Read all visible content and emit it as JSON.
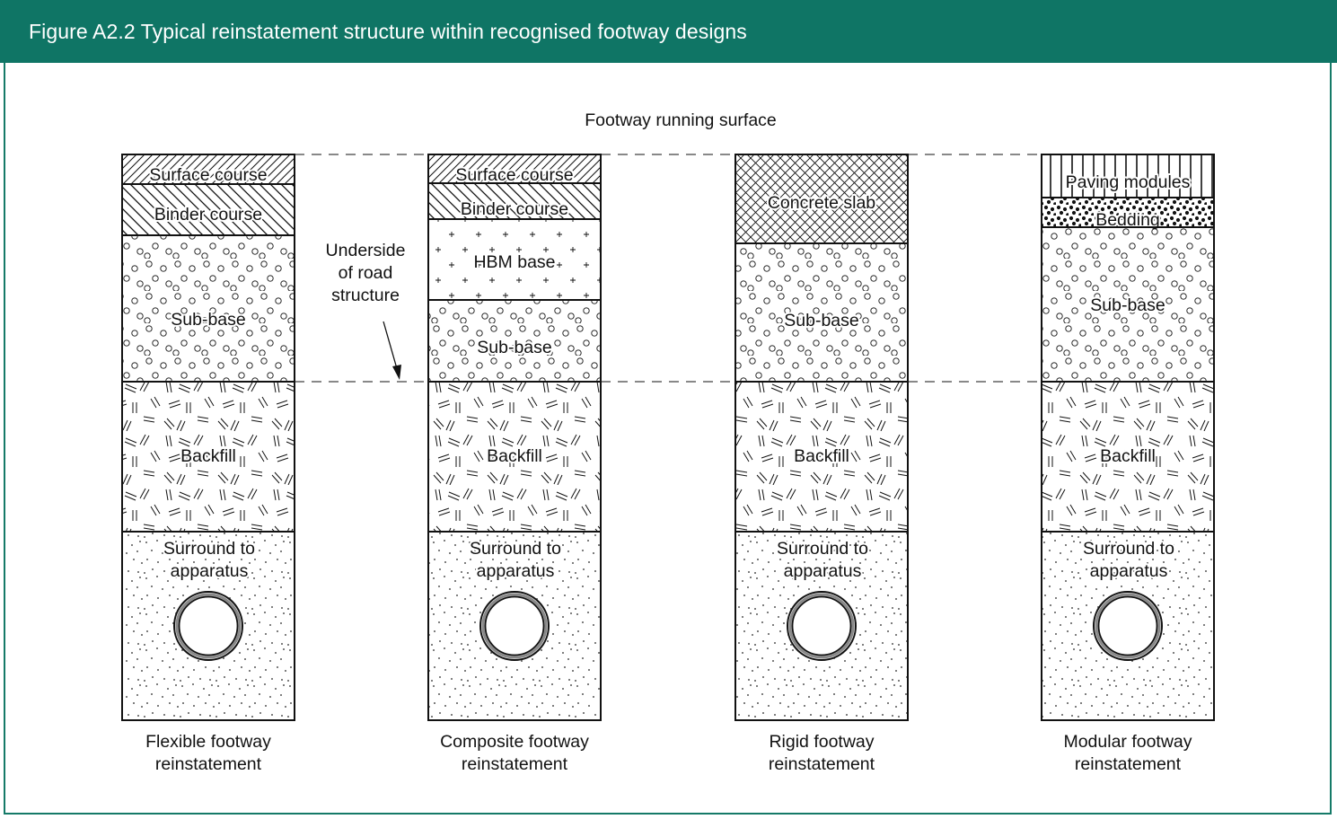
{
  "header": {
    "title": "Figure A2.2 Typical reinstatement structure within recognised footway designs"
  },
  "colors": {
    "header_bg": "#0f7565",
    "frame_border": "#157a68",
    "line": "#111111",
    "pipe_fill": "#888888"
  },
  "diagram": {
    "running_surface_label": "Footway running surface",
    "underside_label": [
      "Underside",
      "of road",
      "structure"
    ],
    "columns": [
      {
        "id": "flexible",
        "caption": [
          "Flexible footway",
          "reinstatement"
        ],
        "layers": [
          {
            "name": "surface-course",
            "label": "Surface course",
            "pattern": "hatch-fine"
          },
          {
            "name": "binder-course",
            "label": "Binder course",
            "pattern": "hatch-back"
          },
          {
            "name": "sub-base",
            "label": "Sub-base",
            "pattern": "circles"
          }
        ]
      },
      {
        "id": "composite",
        "caption": [
          "Composite footway",
          "reinstatement"
        ],
        "layers": [
          {
            "name": "surface-course",
            "label": "Surface course",
            "pattern": "hatch-fine"
          },
          {
            "name": "binder-course",
            "label": "Binder course",
            "pattern": "hatch-back"
          },
          {
            "name": "hbm-base",
            "label": "HBM base",
            "pattern": "plus"
          },
          {
            "name": "sub-base",
            "label": "Sub-base",
            "pattern": "circles"
          }
        ]
      },
      {
        "id": "rigid",
        "caption": [
          "Rigid footway",
          "reinstatement"
        ],
        "layers": [
          {
            "name": "concrete-slab",
            "label": "Concrete slab",
            "pattern": "crosshatch"
          },
          {
            "name": "sub-base",
            "label": "Sub-base",
            "pattern": "circles"
          }
        ]
      },
      {
        "id": "modular",
        "caption": [
          "Modular footway",
          "reinstatement"
        ],
        "layers": [
          {
            "name": "paving-modules",
            "label": "Paving modules",
            "pattern": "vertical"
          },
          {
            "name": "bedding",
            "label": "Bedding",
            "pattern": "dots-heavy"
          },
          {
            "name": "sub-base",
            "label": "Sub-base",
            "pattern": "circles"
          }
        ]
      }
    ],
    "common_layers": [
      {
        "name": "backfill",
        "label": "Backfill",
        "pattern": "dashes"
      },
      {
        "name": "surround",
        "label": [
          "Surround to",
          "apparatus"
        ],
        "pattern": "speckle"
      }
    ]
  }
}
